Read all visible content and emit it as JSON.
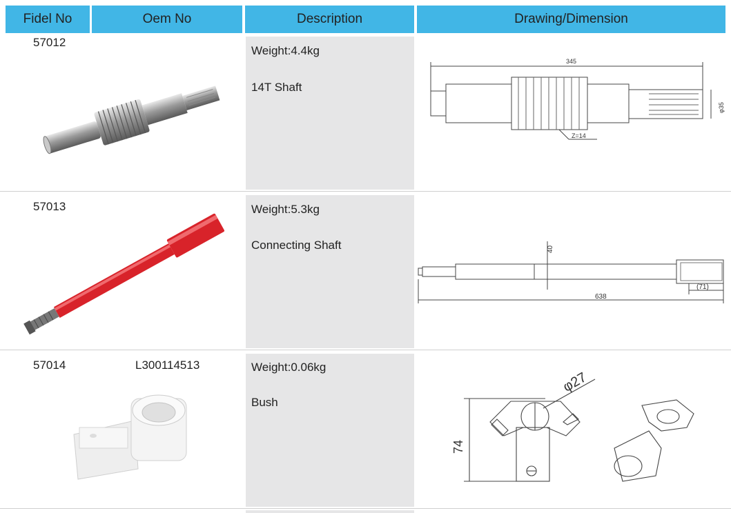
{
  "header": {
    "col1": "Fidel No",
    "col2": "Oem No",
    "col3": "Description",
    "col4": "Drawing/Dimension"
  },
  "rows": [
    {
      "fidel_no": "57012",
      "oem_no": "",
      "weight": "Weight:4.4kg",
      "name": "14T Shaft",
      "dim_length": "345",
      "dim_diameter": "φ35",
      "dim_teeth": "Z=14"
    },
    {
      "fidel_no": "57013",
      "oem_no": "",
      "weight": "Weight:5.3kg",
      "name": "Connecting Shaft",
      "dim_height": "40",
      "dim_length": "638",
      "dim_end": "(71)"
    },
    {
      "fidel_no": "57014",
      "oem_no": "L300114513",
      "weight": "Weight:0.06kg",
      "name": "Bush",
      "dim_diameter": "φ27",
      "dim_height": "74"
    }
  ]
}
